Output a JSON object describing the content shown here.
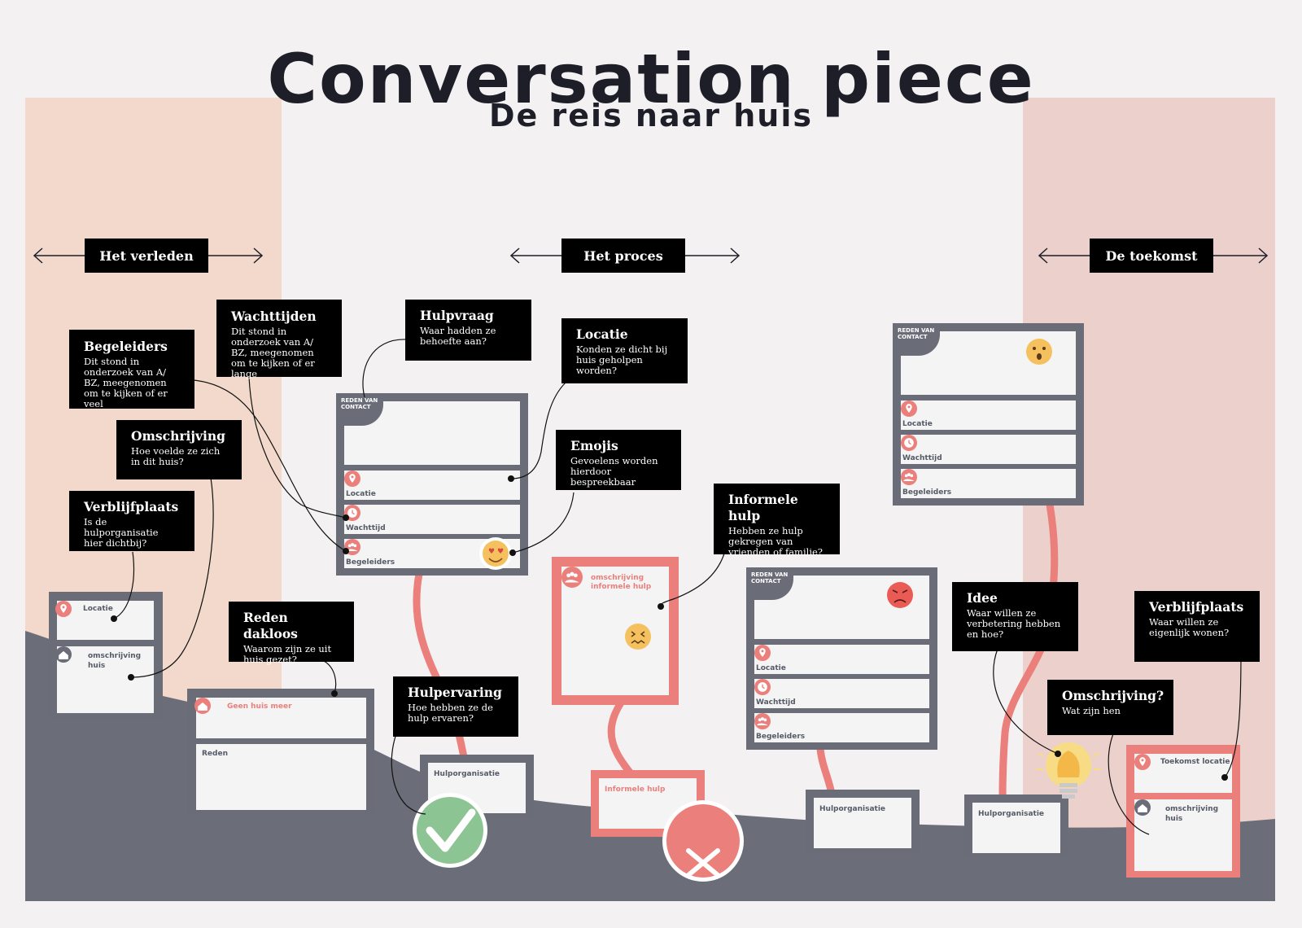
{
  "title": "Conversation piece",
  "subtitle": "De reis naar huis",
  "eras": {
    "past": "Het verleden",
    "process": "Het proces",
    "future": "De toekomst"
  },
  "notes": {
    "begeleiders": {
      "heading": "Begeleiders",
      "body": "Dit stond in onderzoek van A/ BZ, meegenomen om te kijken of er veel"
    },
    "wachttijden": {
      "heading": "Wachttijden",
      "body": "Dit stond in onderzoek van A/ BZ, meegenomen om te kijken of er lange"
    },
    "hulpvraag": {
      "heading": "Hulpvraag",
      "body": "Waar hadden ze behoefte aan?"
    },
    "locatie": {
      "heading": "Locatie",
      "body": "Konden ze dicht bij huis geholpen worden?"
    },
    "omschrijving": {
      "heading": "Omschrijving",
      "body": "Hoe voelde ze zich in dit huis?"
    },
    "emojis": {
      "heading": "Emojis",
      "body": "Gevoelens worden hierdoor bespreekbaar"
    },
    "verblijfplaats_past": {
      "heading": "Verblijfplaats",
      "body": "Is de hulporganisatie hier dichtbij?"
    },
    "informele_hulp": {
      "heading": "Informele hulp",
      "body": "Hebben ze hulp gekregen van vrienden of familie?"
    },
    "reden_dakloos": {
      "heading": "Reden dakloos",
      "body": "Waarom zijn ze uit huis gezet?"
    },
    "hulpervaring": {
      "heading": "Hulpervaring",
      "body": "Hoe hebben ze de hulp ervaren?"
    },
    "idee": {
      "heading": "Idee",
      "body": "Waar willen ze verbetering hebben en hoe?"
    },
    "verblijfplaats_future": {
      "heading": "Verblijfplaats",
      "body": "Waar willen ze eigenlijk wonen?"
    },
    "omschrijving_future": {
      "heading": "Omschrijving?",
      "body": "Wat zijn hen"
    }
  },
  "cards": {
    "badge": "REDEN VAN CONTACT",
    "locatie": "Locatie",
    "wachttijd": "Wachttijd",
    "begeleiders": "Begeleiders",
    "omschrijving_huis": "omschrijving huis",
    "geen_huis_meer": "Geen huis meer",
    "reden": "Reden",
    "hulporganisatie": "Hulporganisatie",
    "omschrijving_informele_hulp": "omschrijving informele hulp",
    "informele_hulp": "Informele hulp",
    "toekomst_locatie": "Toekomst locatie"
  },
  "colors": {
    "pastPanel": "#f3d9cb",
    "futurePanel": "#ecd0cb",
    "ground": "#6b6e78",
    "cardFrame": "#6a6d78",
    "accent": "#ea7f7c",
    "black": "#000000",
    "check": "#8cc494"
  },
  "icons": [
    "location-icon",
    "clock-icon",
    "people-icon",
    "house-icon",
    "lightbulb-icon",
    "check-icon",
    "cross-icon",
    "emoji-love",
    "emoji-surprised",
    "emoji-confused",
    "emoji-angry"
  ]
}
